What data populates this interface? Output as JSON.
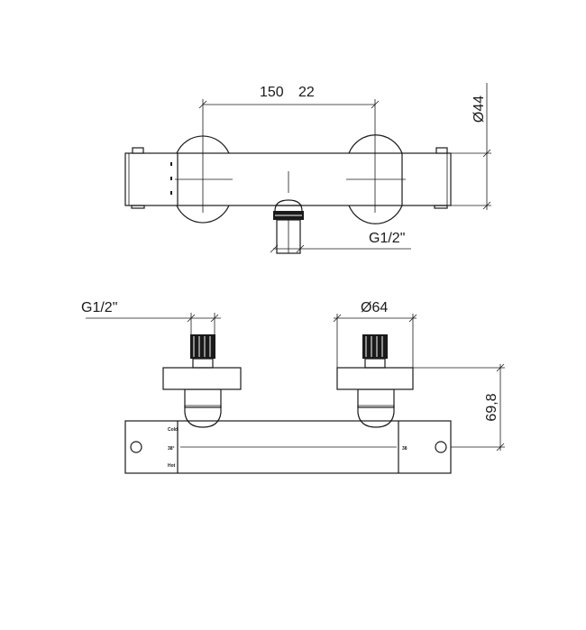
{
  "drawing": {
    "top_view": {
      "dim_centers": "150",
      "dim_tolerance": "22",
      "dim_diameter_body": "Ø44",
      "dim_outlet_thread": "G1/2\""
    },
    "front_view": {
      "dim_inlet_thread": "G1/2\"",
      "dim_diameter_flange": "Ø64",
      "dim_height": "69,8",
      "scale_marks": [
        "Cold",
        "38°",
        "Hot",
        "38"
      ]
    },
    "colors": {
      "line": "#1a1a1a",
      "background": "#ffffff"
    }
  }
}
